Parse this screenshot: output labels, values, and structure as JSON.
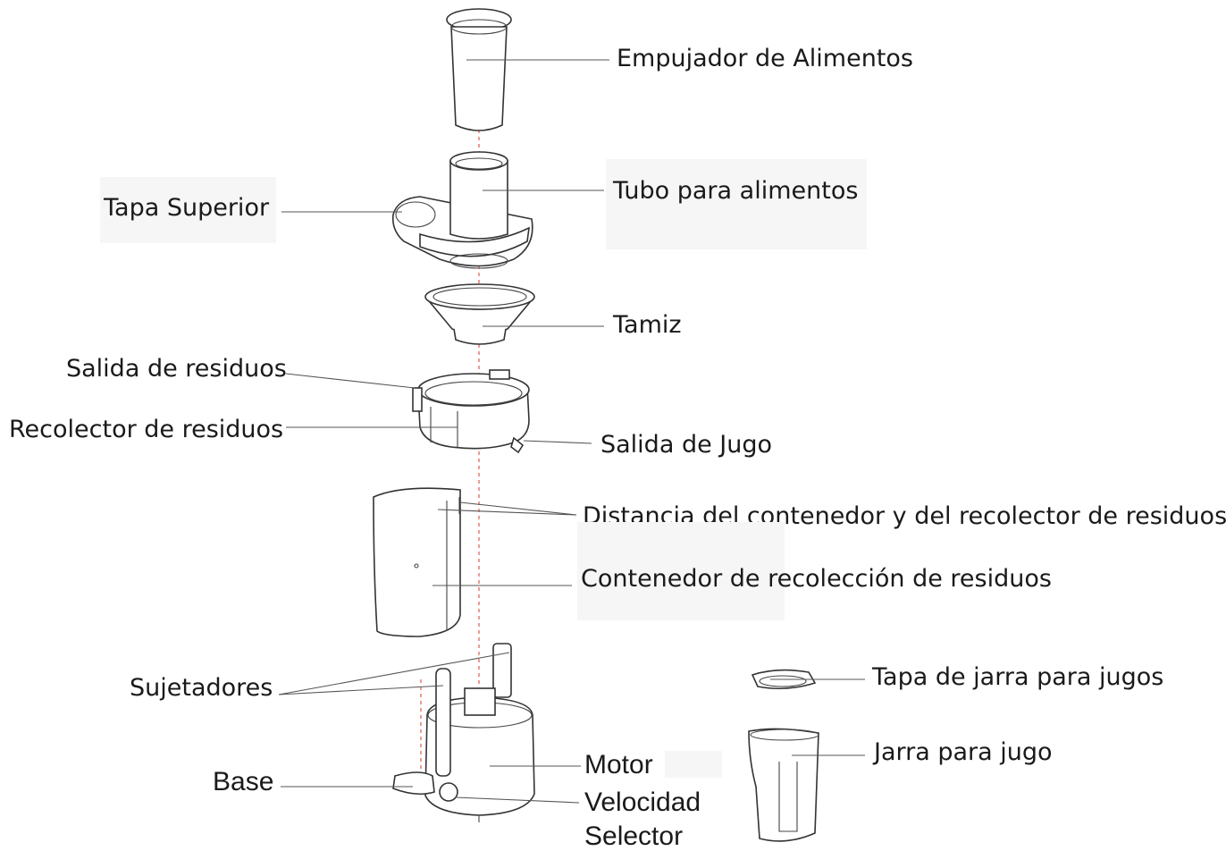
{
  "labels": {
    "empujador": "Empujador de Alimentos",
    "tubo": "Tubo para alimentos",
    "tapa_superior": "Tapa Superior",
    "tamiz": "Tamiz",
    "salida_residuos": "Salida de residuos",
    "recolector_residuos": "Recolector de residuos",
    "salida_jugo": "Salida de Jugo",
    "distancia": "Distancia del contenedor y del recolector de residuos",
    "contenedor": "Contenedor de recolección de residuos",
    "sujetadores": "Sujetadores",
    "tapa_jarra": "Tapa de jarra para jugos",
    "motor": "Motor",
    "jarra": "Jarra para jugo",
    "base": "Base",
    "velocidad": "Velocidad",
    "selector": "Selector"
  },
  "colors": {
    "axis_line": "#e04a3a",
    "outline": "#333333",
    "text": "#1a1a1a"
  }
}
